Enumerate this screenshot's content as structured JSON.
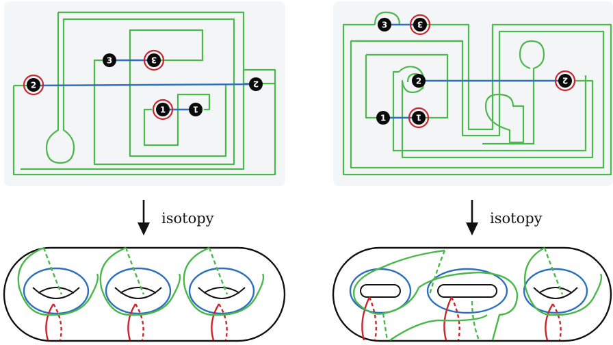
{
  "arrows": [
    {
      "label": "isotopy"
    },
    {
      "label": "isotopy"
    }
  ],
  "colors": {
    "green": "#4bb84b",
    "blue": "#2e6fbd",
    "red": "#c8262e",
    "node": "#0a0a0a",
    "panel": "#f4f5f7"
  },
  "left_diagram": {
    "nodes": [
      "3",
      "3",
      "2",
      "2",
      "1",
      "1"
    ]
  },
  "right_diagram": {
    "nodes": [
      "3",
      "3",
      "2",
      "2",
      "1",
      "1"
    ]
  }
}
